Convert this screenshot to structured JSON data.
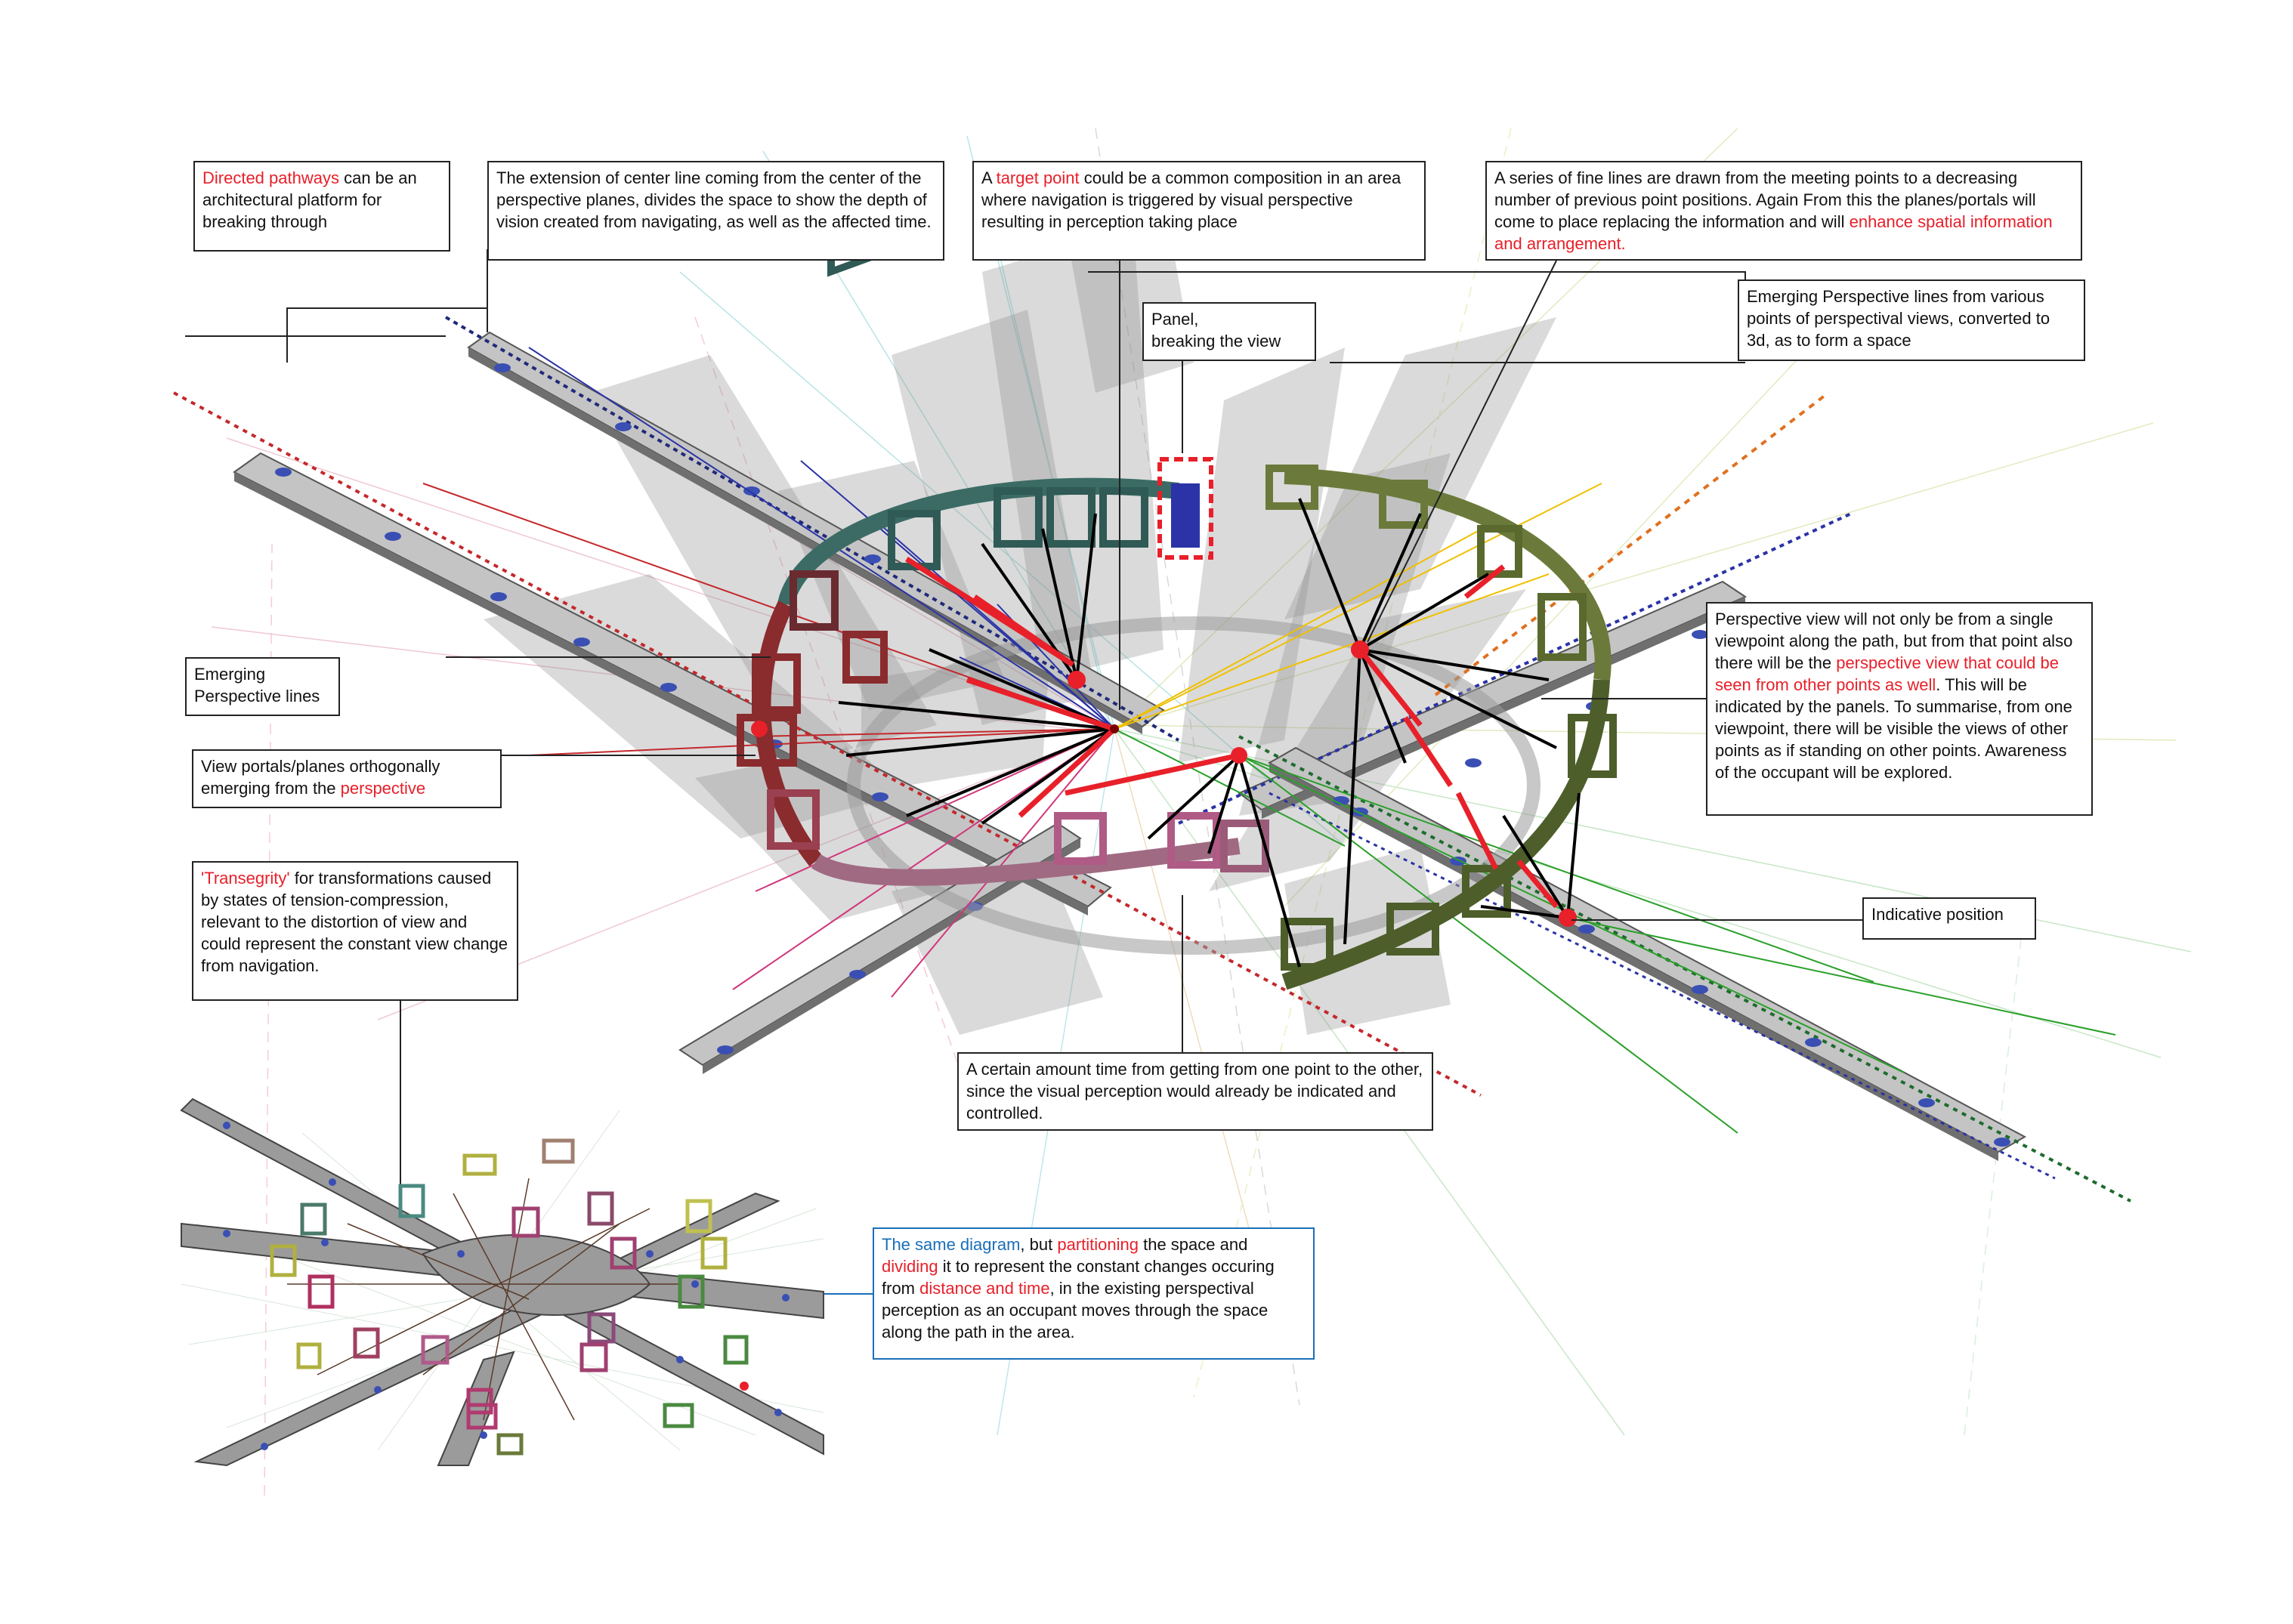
{
  "colors": {
    "highlight": "#e8202a",
    "highlight_blue": "#1a6fb8",
    "pathway": "#b9b9b9",
    "dot": "#3a4fb4",
    "ring_left": "#8a2b2e",
    "ring_left_top": "#2f5a55",
    "ring_right": "#5a6a2e",
    "ring_back": "#9a5a78",
    "panel_blue": "#2b33a6"
  },
  "annotations": {
    "directed_pathways": {
      "hl": "Directed pathways",
      "rest": " can be an architectural platform for breaking through"
    },
    "center_line": {
      "text": "The extension of center line coming from the center of the perspective planes, divides the space to show the depth of vision created from navigating, as well as the affected time."
    },
    "target_point": {
      "pre": "A ",
      "hl": "target point",
      "rest": " could be a common composition in an area where navigation is triggered by visual perspective resulting in perception taking place"
    },
    "fine_lines": {
      "text": "A series of fine lines are drawn from the meeting points to a decreasing number of previous point positions. Again From this the planes/portals will come to place replacing the information and will ",
      "hl": "enhance spatial information and arrangement."
    },
    "panel": {
      "line1": "Panel,",
      "line2": "breaking the view"
    },
    "emerging_3d": {
      "text": "Emerging Perspective lines from various points of perspectival views, converted to 3d, as to form a space"
    },
    "emerging_lines": {
      "line1": "Emerging",
      "line2": "Perspective lines"
    },
    "view_portals": {
      "text": "View portals/planes orthogonally emerging from the ",
      "hl": "perspective"
    },
    "transegrity": {
      "hl": "'Transegrity'",
      "rest": " for transformations caused by states of tension-compression, relevant to the distortion of view and could represent the constant view change from navigation."
    },
    "perspective_view": {
      "pre": "Perspective view will not only be from a single viewpoint along the path, but from that point also there will be the ",
      "hl": "perspective view that could be seen from other points as well",
      "rest": ". This will be indicated by the panels. To summarise, from one viewpoint, there will be visible the views of other points as if standing on other points. Awareness of the occupant will be explored."
    },
    "indicative": {
      "text": "Indicative position"
    },
    "time_amount": {
      "text": "A certain amount time from getting from one point to the other, since the visual perception would already be indicated and controlled."
    },
    "same_diagram": {
      "blue": "The same diagram",
      "t1": ", but ",
      "hl1": "partitioning",
      "t2": " the space and ",
      "hl2": "dividing",
      "t3": " it to represent the constant changes occuring from ",
      "hl3": "distance and time",
      "t4": ", in the existing perspectival perception as an occupant moves through the space along the path in the area."
    }
  }
}
